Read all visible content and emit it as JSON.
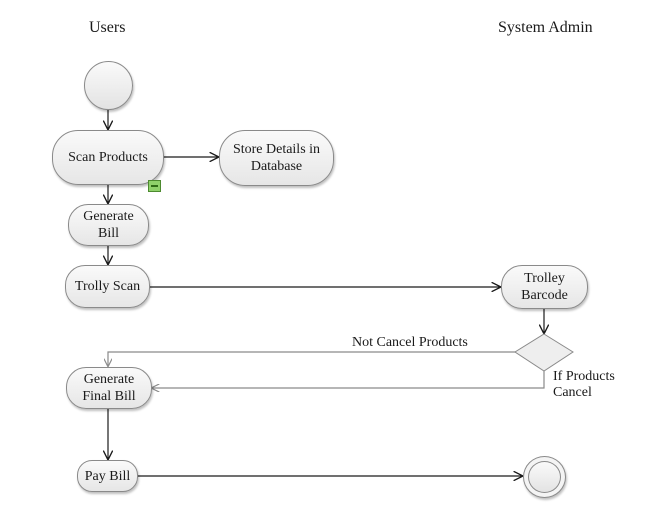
{
  "lanes": {
    "users": "Users",
    "system_admin": "System Admin"
  },
  "nodes": {
    "scan_products": "Scan Products",
    "store_details_line1": "Store Details in",
    "store_details_line2": "Database",
    "generate_bill_line1": "Generate",
    "generate_bill_line2": "Bill",
    "trolly_scan": "Trolly Scan",
    "trolley_barcode_line1": "Trolley",
    "trolley_barcode_line2": "Barcode",
    "generate_final_bill_line1": "Generate",
    "generate_final_bill_line2": "Final Bill",
    "pay_bill": "Pay Bill"
  },
  "edge_labels": {
    "not_cancel": "Not Cancel Products",
    "if_cancel_line1": "If Products",
    "if_cancel_line2": "Cancel"
  },
  "icons": {
    "scan_products_badge": "database-icon"
  },
  "colors": {
    "node_border": "#8a8a8a",
    "line": "#1a1a1a",
    "branch_line": "#8a8a8a",
    "badge": "#8fd16a"
  }
}
